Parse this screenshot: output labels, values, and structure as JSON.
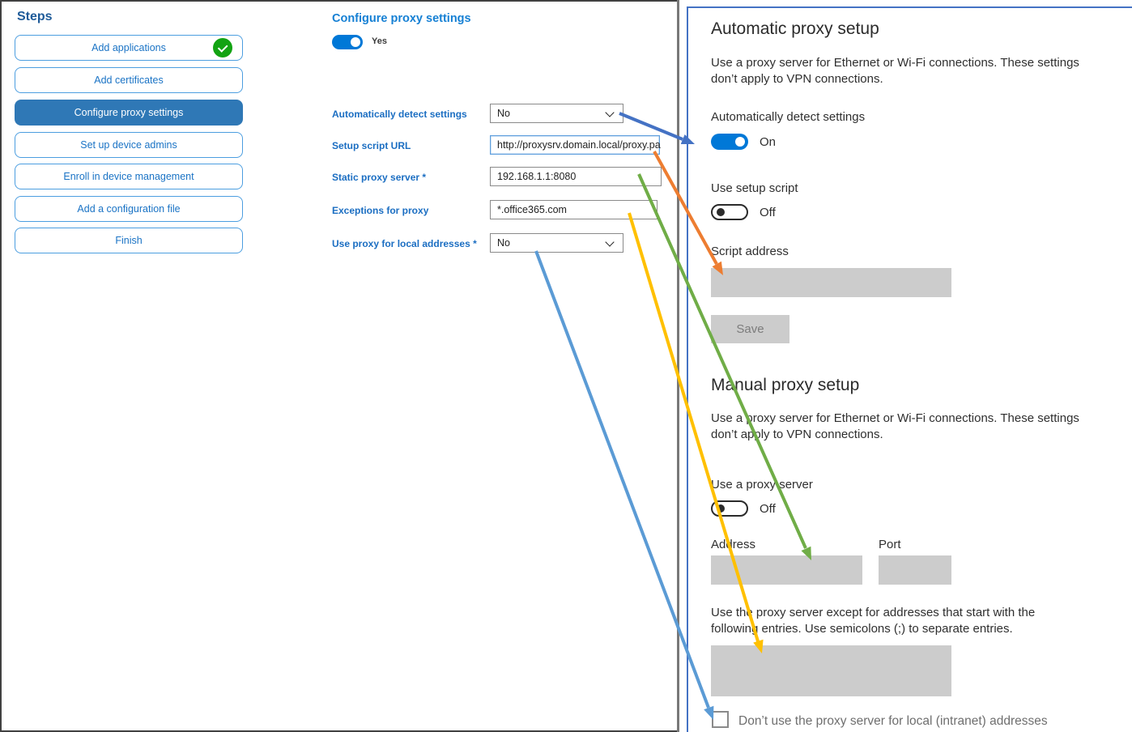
{
  "sidebar": {
    "title": "Steps",
    "items": [
      {
        "label": "Add applications",
        "completed": true,
        "selected": false
      },
      {
        "label": "Add certificates",
        "completed": false,
        "selected": false
      },
      {
        "label": "Configure proxy settings",
        "completed": false,
        "selected": true
      },
      {
        "label": "Set up device admins",
        "completed": false,
        "selected": false
      },
      {
        "label": "Enroll in device management",
        "completed": false,
        "selected": false
      },
      {
        "label": "Add a configuration file",
        "completed": false,
        "selected": false
      },
      {
        "label": "Finish",
        "completed": false,
        "selected": false
      }
    ]
  },
  "form": {
    "title": "Configure proxy settings",
    "enabled_toggle": {
      "state": "on",
      "label": "Yes"
    },
    "fields": [
      {
        "label": "Automatically detect settings",
        "type": "select",
        "value": "No"
      },
      {
        "label": "Setup script URL",
        "type": "text",
        "value": "http://proxysrv.domain.local/proxy.pa"
      },
      {
        "label": "Static proxy server *",
        "type": "text",
        "value": "192.168.1.1:8080"
      },
      {
        "label": "Exceptions for proxy",
        "type": "text",
        "value": "*.office365.com"
      },
      {
        "label": "Use proxy for local addresses *",
        "type": "select",
        "value": "No"
      }
    ]
  },
  "settings_panel": {
    "automatic": {
      "title": "Automatic proxy setup",
      "description": "Use a proxy server for Ethernet or Wi-Fi connections. These settings don’t apply to VPN connections.",
      "detect_label": "Automatically detect settings",
      "detect_state": "On",
      "script_toggle_label": "Use setup script",
      "script_toggle_state": "Off",
      "script_address_label": "Script address",
      "save_label": "Save"
    },
    "manual": {
      "title": "Manual proxy setup",
      "description": "Use a proxy server for Ethernet or Wi-Fi connections. These settings don’t apply to VPN connections.",
      "proxy_toggle_label": "Use a proxy server",
      "proxy_toggle_state": "Off",
      "address_label": "Address",
      "port_label": "Port",
      "exceptions_description": "Use the proxy server except for addresses that start with the following entries. Use semicolons (;) to separate entries.",
      "local_checkbox_label": "Don’t use the proxy server for local (intranet) addresses",
      "local_checkbox_checked": false
    }
  },
  "annotations": {
    "arrows": [
      {
        "name": "auto-detect-mapping",
        "color": "#4472C4"
      },
      {
        "name": "setup-script-mapping",
        "color": "#ED7D31"
      },
      {
        "name": "static-proxy-mapping",
        "color": "#70AD47"
      },
      {
        "name": "exceptions-mapping",
        "color": "#FFC000"
      },
      {
        "name": "local-addresses-mapping",
        "color": "#5B9BD5"
      }
    ]
  }
}
